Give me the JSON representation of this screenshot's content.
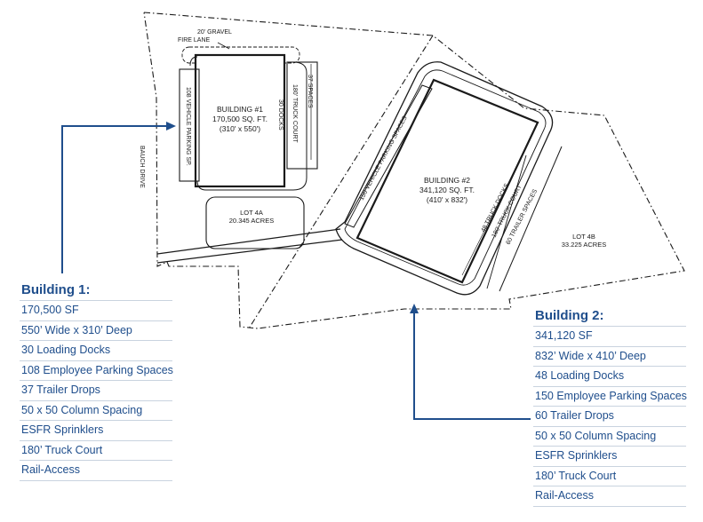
{
  "site_labels": {
    "fire_lane_line1": "20' GRAVEL",
    "fire_lane_line2": "FIRE LANE",
    "bauch_drive": "BAUCH DRIVE",
    "b1_parking": "108 VEHICLE PARKING SP.",
    "b1_name": "BUILDING #1",
    "b1_sqft": "170,500 SQ. FT.",
    "b1_dims": "(310' x 550')",
    "b1_docks": "30 DOCKS",
    "b1_truck_court": "180' TRUCK COURT",
    "b1_spaces": "37 SPACES",
    "lot4a_name": "LOT 4A",
    "lot4a_acres": "20.345 ACRES",
    "b2_parking": "150 VEHICLE PARKING SPACES",
    "b2_name": "BUILDING #2",
    "b2_sqft": "341,120 SQ. FT.",
    "b2_dims": "(410' x 832')",
    "b2_docks": "48 TRUCK DOCKS",
    "b2_truck_court": "180' TRUCK COURT",
    "b2_trailer": "60 TRAILER SPACES",
    "lot4b_name": "LOT 4B",
    "lot4b_acres": "33.225 ACRES"
  },
  "building1": {
    "title": "Building 1:",
    "specs": [
      "170,500 SF",
      "550’ Wide x 310’ Deep",
      "30 Loading Docks",
      "108 Employee Parking Spaces",
      "37 Trailer Drops",
      "50 x 50 Column Spacing",
      "ESFR Sprinklers",
      "180’ Truck Court",
      "Rail-Access"
    ]
  },
  "building2": {
    "title": "Building 2:",
    "specs": [
      "341,120 SF",
      "832’ Wide x 410’ Deep",
      "48 Loading Docks",
      "150 Employee Parking Spaces",
      "60 Trailer Drops",
      "50 x 50 Column Spacing",
      "ESFR Sprinklers",
      "180’ Truck Court",
      "Rail-Access"
    ]
  },
  "colors": {
    "accent": "#1f4e8c",
    "lines": "#1a1a1a",
    "divider": "#c9d3df"
  }
}
